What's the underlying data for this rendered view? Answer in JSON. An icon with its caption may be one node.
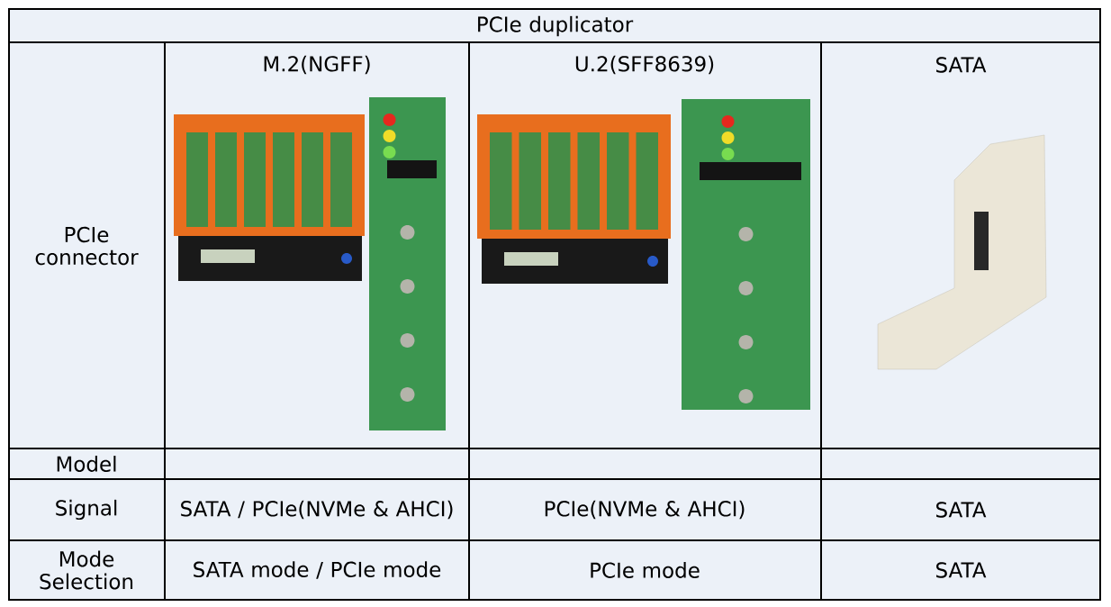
{
  "diagram": {
    "labels": [
      "PCIe duplicator",
      "M.2(NGFF)",
      "U.2(SFF8639)",
      "SATA",
      "PCIe connector",
      "Model",
      "Signal",
      "SATA / PCIe(NVMe & AHCI)",
      "PCIe(NVMe & AHCI)",
      "SATA",
      "Mode Selection",
      "SATA mode / PCIe mode",
      "PCIe mode",
      "SATA"
    ]
  }
}
